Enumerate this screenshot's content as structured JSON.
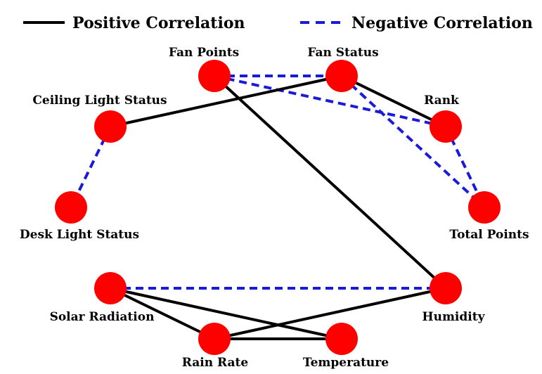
{
  "legend": {
    "positive_label": "Positive Correlation",
    "negative_label": "Negative Correlation"
  },
  "colors": {
    "positive": "#000000",
    "negative": "#1a1adb",
    "node": "#ff0000"
  },
  "nodes": [
    {
      "id": "fan_points",
      "label": "Fan Points"
    },
    {
      "id": "fan_status",
      "label": "Fan Status"
    },
    {
      "id": "ceiling_light_status",
      "label": "Ceiling Light Status"
    },
    {
      "id": "rank",
      "label": "Rank"
    },
    {
      "id": "desk_light_status",
      "label": "Desk Light Status"
    },
    {
      "id": "total_points",
      "label": "Total Points"
    },
    {
      "id": "solar_radiation",
      "label": "Solar Radiation"
    },
    {
      "id": "humidity",
      "label": "Humidity"
    },
    {
      "id": "rain_rate",
      "label": "Rain Rate"
    },
    {
      "id": "temperature",
      "label": "Temperature"
    }
  ],
  "edges": [
    {
      "from": "fan_points",
      "to": "fan_status",
      "type": "negative"
    },
    {
      "from": "fan_points",
      "to": "rank",
      "type": "negative"
    },
    {
      "from": "fan_points",
      "to": "humidity",
      "type": "positive"
    },
    {
      "from": "fan_status",
      "to": "ceiling_light_status",
      "type": "positive"
    },
    {
      "from": "fan_status",
      "to": "rank",
      "type": "positive"
    },
    {
      "from": "fan_status",
      "to": "total_points",
      "type": "negative"
    },
    {
      "from": "rank",
      "to": "total_points",
      "type": "negative"
    },
    {
      "from": "ceiling_light_status",
      "to": "desk_light_status",
      "type": "negative"
    },
    {
      "from": "solar_radiation",
      "to": "humidity",
      "type": "negative"
    },
    {
      "from": "solar_radiation",
      "to": "rain_rate",
      "type": "positive"
    },
    {
      "from": "solar_radiation",
      "to": "temperature",
      "type": "positive"
    },
    {
      "from": "rain_rate",
      "to": "temperature",
      "type": "positive"
    },
    {
      "from": "rain_rate",
      "to": "humidity",
      "type": "positive"
    }
  ]
}
